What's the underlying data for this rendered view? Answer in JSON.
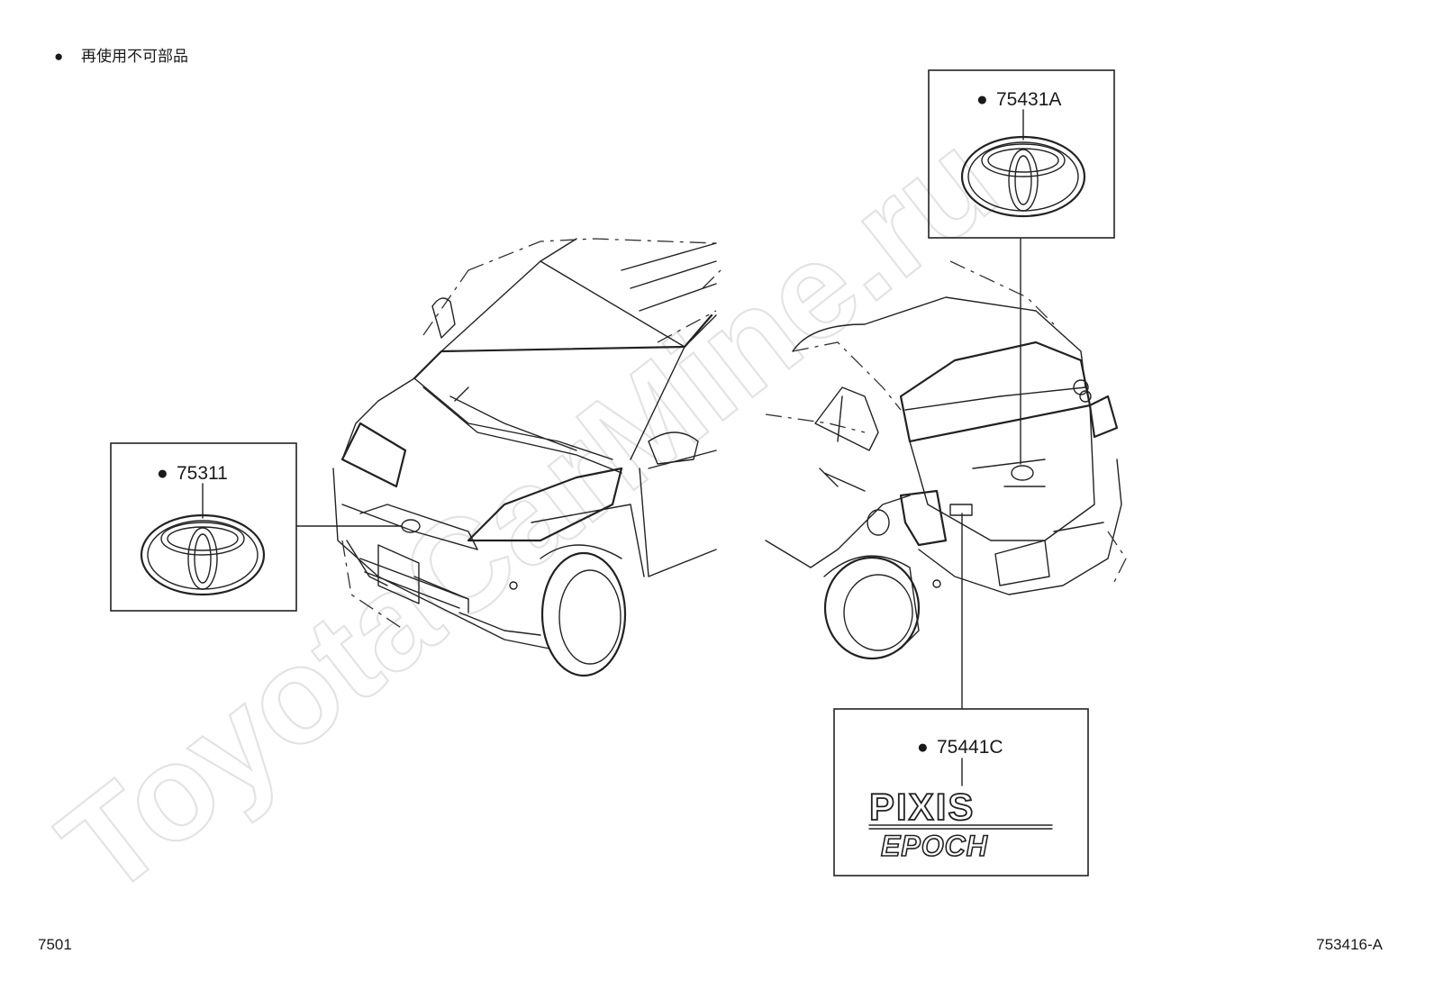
{
  "header": {
    "legend_marker": "●",
    "legend_text": "再使用不可部品"
  },
  "footer": {
    "left_code": "7501",
    "right_code": "753416-A"
  },
  "watermark": {
    "text": "ToyotaCarMine.ru"
  },
  "callouts": {
    "front_emblem": {
      "marker": "●",
      "part_no": "75311"
    },
    "rear_emblem": {
      "marker": "●",
      "part_no": "75431A"
    },
    "rear_nameplate": {
      "marker": "●",
      "part_no": "75441C"
    }
  },
  "nameplate": {
    "line1": "PIXIS",
    "line2": "EPOCH"
  },
  "icons": {
    "emblem": "toyota-emblem-icon",
    "bullet": "filled-circle"
  },
  "colors": {
    "line": "#222222",
    "watermark": "#e3e3e3",
    "background": "#ffffff"
  }
}
